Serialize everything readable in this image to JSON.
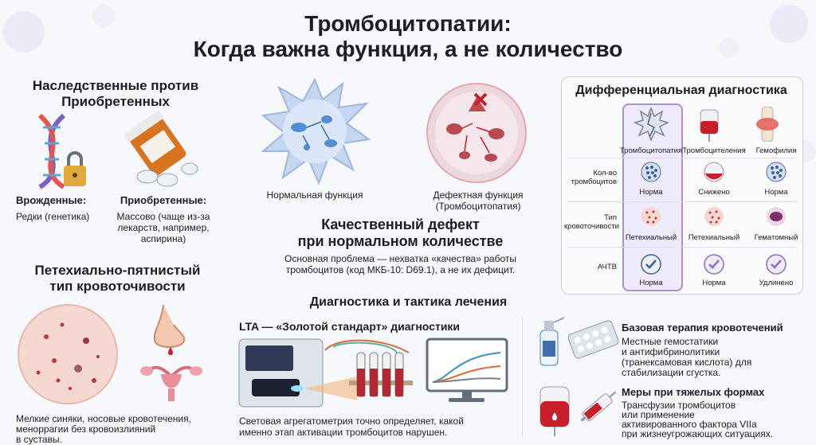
{
  "title": {
    "line1": "Тромбоцитопатии:",
    "line2": "Когда важна функция, а не количество"
  },
  "inherited": {
    "heading_line1": "Наследственные против",
    "heading_line2": "Приобретенных",
    "congenital_label": "Врожденные:",
    "congenital_text": "Редки (генетика)",
    "acquired_label": "Приобретенные:",
    "acquired_text1": "Массово (чаще из-за",
    "acquired_text2": "лекарств, например,",
    "acquired_text3": "аспирина)"
  },
  "bleeding_type": {
    "heading_line1": "Петехиально-пятнистый",
    "heading_line2": "тип кровоточивости",
    "text1": "Мелкие синяки, носовые кровотечения,",
    "text2": "меноррагии без кровоизлияний",
    "text3": "в суставы."
  },
  "cells": {
    "normal_label": "Нормальная функция",
    "defect_label1": "Дефектная функция",
    "defect_label2": "(Тромбоцитопатия)"
  },
  "quality": {
    "heading_line1": "Качественный дефект",
    "heading_line2": "при нормальном количестве",
    "text1": "Основная проблема — нехватка «качества» работы",
    "text2": "тромбоцитов (код МКБ-10: D69.1), а не их дефицит."
  },
  "diff": {
    "heading": "Дифференциальная диагностика",
    "columns": [
      "Тромбоцитопатия",
      "Тромбоцителения",
      "Гемофилия"
    ],
    "rows": [
      {
        "label1": "Кол-во",
        "label2": "тромбоцитов",
        "values": [
          "Норма",
          "Снижено",
          "Норма"
        ]
      },
      {
        "label1": "Тип",
        "label2": "кровоточивости",
        "values": [
          "Петехиальный",
          "Петехиальный",
          "Гематомный"
        ]
      },
      {
        "label1": "АЧТВ",
        "label2": "",
        "values": [
          "Норма",
          "Норма",
          "Удлинено"
        ]
      }
    ]
  },
  "diagnostics": {
    "heading": "Диагностика и тактика лечения",
    "lta_heading": "LTA — «Золотой стандарт» диагностики",
    "lta_text1": "Световая агрегатометрия точно определяет, какой",
    "lta_text2": "именно этап активации тромбоцитов нарушен."
  },
  "therapy": {
    "basic_heading": "Базовая терапия кровотечений",
    "basic_text1": "Местные гемостатики",
    "basic_text2": "и антифибринолитики",
    "basic_text3": "(транексамовая кислота) для",
    "basic_text4": "стабилизации сгустка.",
    "severe_heading": "Меры при тяжелых формах",
    "severe_text1": "Трансфузии тромбоцитов",
    "severe_text2": "или применение",
    "severe_text3": "активированного фактора VIIa",
    "severe_text4": "при жизнеугрожающих ситуациях."
  },
  "colors": {
    "accent_purple": "#8c6cc9",
    "blood_red": "#c8202b",
    "cell_blue": "#6f9fe0"
  }
}
